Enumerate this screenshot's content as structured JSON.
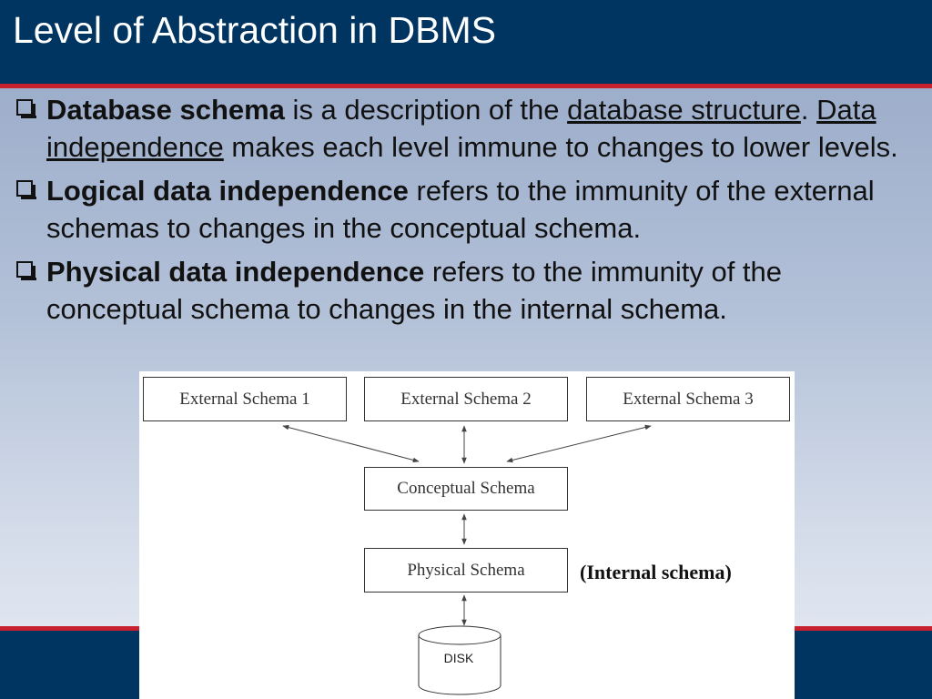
{
  "slide": {
    "title": "Level of Abstraction in DBMS"
  },
  "bullets": [
    {
      "bold": "Database schema",
      "text1": " is a description of the ",
      "link1": "database structure",
      "text2": ". ",
      "link2": "Data independence",
      "text3": " makes each level immune to changes to lower levels."
    },
    {
      "bold": "Logical data independence",
      "text1": " refers to the immunity of the external schemas to changes in the conceptual schema."
    },
    {
      "bold": "Physical data independence",
      "text1": " refers to the immunity of the conceptual schema to changes in the internal schema."
    }
  ],
  "diagram": {
    "external_1": "External Schema 1",
    "external_2": "External Schema 2",
    "external_3": "External Schema 3",
    "conceptual": "Conceptual Schema",
    "physical": "Physical Schema",
    "internal_note": "(Internal schema)",
    "disk": "DISK"
  },
  "colors": {
    "header": "#003562",
    "accent": "#c8202f"
  }
}
